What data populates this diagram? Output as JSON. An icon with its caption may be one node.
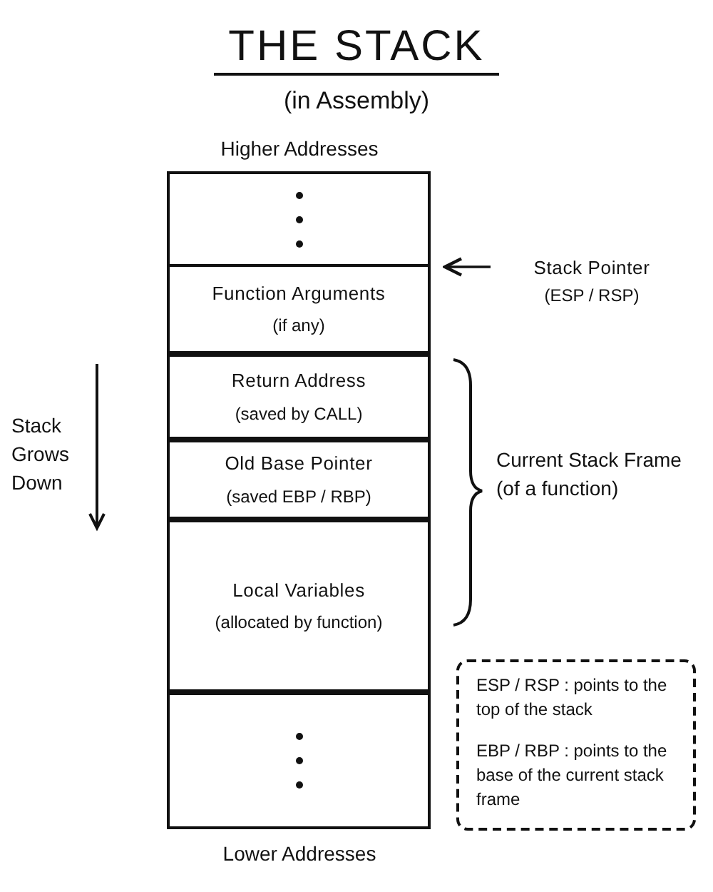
{
  "diagram": {
    "title": "THE STACK",
    "nodes": [
      {
        "text": [],
        "shape": "box"
      },
      {
        "text": [
          "Function Arguments",
          "(if any)"
        ]
      },
      {
        "text": [
          "Return Address",
          "(saved by CALL)"
        ]
      },
      {
        "text": [
          "Old Base Pointer",
          "(saved EBP / RBP)"
        ]
      },
      {
        "text": [
          "Local Variables",
          "(allocated by function)"
        ]
      },
      {
        "text": [],
        "shape": "box"
      },
      {
        "text": [
          "Stack Pointer",
          "(ESP / RSP)"
        ]
      },
      {
        "text": [
          "ESP / RSP : points to the top of the stack",
          "EBP / RBP : points to the base of the current stack frame"
        ]
      }
    ],
    "edges": [
      {
        "from": 6,
        "to": 1,
        "arrow": "to"
      }
    ],
    "labels": [
      "(in Assembly)",
      "Higher Addresses",
      "Stack Grows Down",
      "Current Stack Frame (of a function)",
      "Lower Addresses"
    ]
  }
}
